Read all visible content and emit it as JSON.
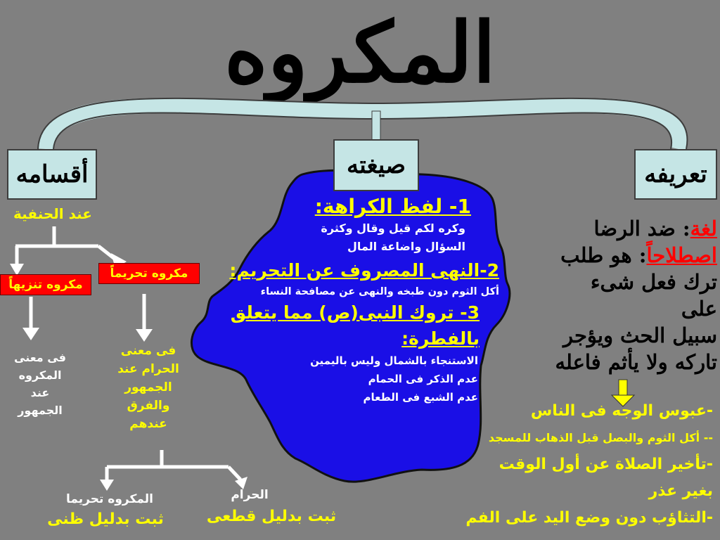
{
  "title": "المكروه",
  "headers": {
    "left": "أقسامه",
    "center": "صيغته",
    "right": "تعريفه"
  },
  "definition": {
    "lugha_label": "لغة",
    "lugha_colon": ":",
    "lugha_text": "ضد الرضا",
    "istilah_label": "اصطلاحاً",
    "istilah_colon": ":",
    "istilah_text": "هو طلب",
    "lines": [
      "ترك فعل شىء على",
      "سبيل الحث ويؤجر",
      "تاركه ولا يأثم فاعله"
    ]
  },
  "examples": [
    "-عبوس الوجه فى الناس",
    "-- أكل الثوم والبصل قبل الذهاب للمسجد",
    "-تأخير الصلاة عن أول الوقت",
    "بغير عذر",
    "-التثاؤب دون وضع اليد على الفم"
  ],
  "sigha": {
    "h1": "1- لفظ الكراهة:",
    "t1a": "وكره لكم قيل وقال وكثرة",
    "t1b": "السؤال واضاعة المال",
    "h2": "2-النهى المصروف عن التحريم:",
    "t2": "أكل الثوم دون طبخه والنهى عن مصافحة النساء",
    "h3a": "3- تروك النبى(ص) مما يتعلق",
    "h3b": "بالفطرة:",
    "t3a": "الاستنجاء بالشمال وليس باليمين",
    "t3b": "عدم الذكر فى الحمام",
    "t3c": "عدم الشبع فى الطعام"
  },
  "aqsam": {
    "hanafi": "عند الحنفية",
    "tahrim_box": "مكروه تحريماً",
    "tanzih_box": "مكروه تنزيهاً",
    "tanzih_desc": [
      "فى معنى",
      "المكروه",
      "عند",
      "الجمهور"
    ],
    "tahrim_desc": [
      "فى معنى",
      "الحرام عند",
      "الجمهور",
      "والفرق",
      "عندهم"
    ],
    "makruh_tahriman": "المكروه تحريما",
    "zanni": "ثبت بدليل ظنى",
    "haram": "الحرام",
    "qati": "ثبت بدليل قطعى"
  }
}
